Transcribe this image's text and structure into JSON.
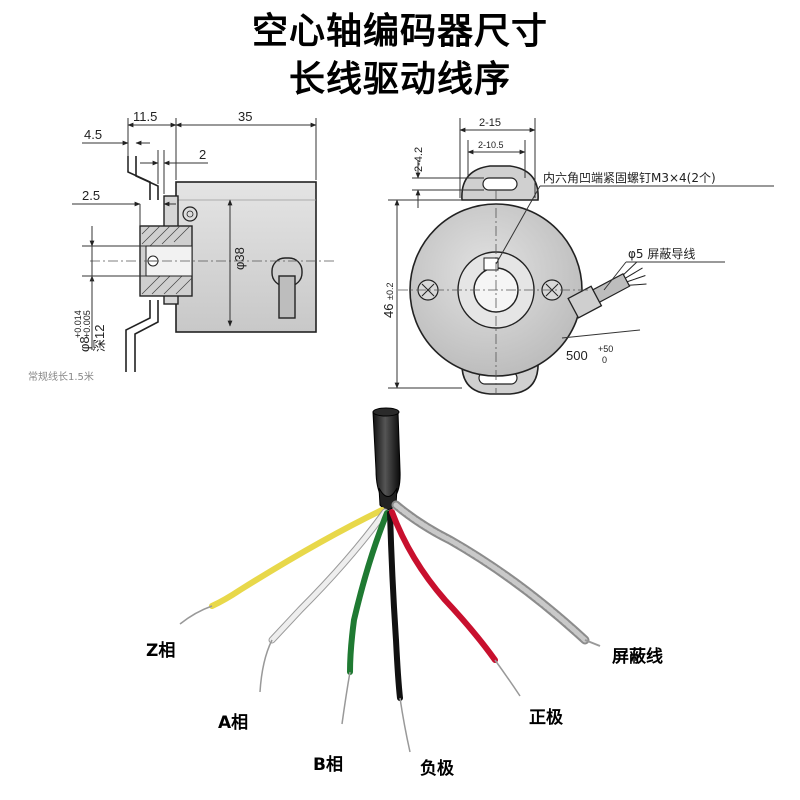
{
  "title": {
    "line1": "空心轴编码器尺寸",
    "line2": "长线驱动线序"
  },
  "side_view": {
    "dim_4_5": "4.5",
    "dim_11_5": "11.5",
    "dim_35": "35",
    "dim_2": "2",
    "dim_2_5": "2.5",
    "dim_phi38": "φ38",
    "dim_phi8": "φ8",
    "tol_upper": "+0.014",
    "tol_lower": "+0.005",
    "depth": "深12",
    "cable_note": "常规线长1.5米"
  },
  "front_view": {
    "dim_2_15": "2-15",
    "dim_2_10_5": "2-10.5",
    "dim_2_4_2": "2-4.2",
    "dim_46": "46",
    "dim_46_tol": "±0.2",
    "screw_note": "内六角凹端紧固螺钉M3×4(2个)",
    "cable_spec": "φ5  屏蔽导线",
    "cable_len": "500",
    "cable_tol_upper": "+50",
    "cable_tol_lower": "0"
  },
  "wires": {
    "z_phase": "Z相",
    "a_phase": "A相",
    "b_phase": "B相",
    "negative": "负极",
    "positive": "正极",
    "shield": "屏蔽线"
  },
  "colors": {
    "yellow": "#e8d84a",
    "white": "#eeeeee",
    "green": "#1f7a32",
    "black": "#111111",
    "red": "#c8102e",
    "shield": "#b9b9b9"
  }
}
